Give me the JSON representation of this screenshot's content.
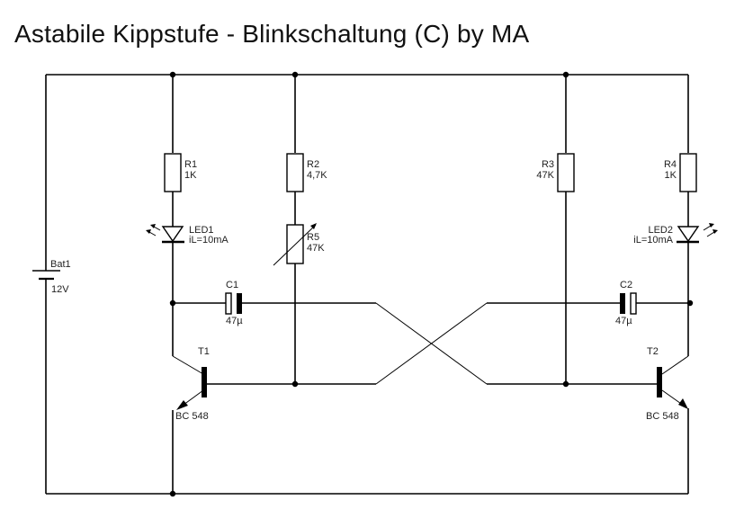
{
  "title": "Astabile Kippstufe - Blinkschaltung (C) by MA",
  "components": {
    "bat1": {
      "name": "Bat1",
      "value": "12V"
    },
    "r1": {
      "name": "R1",
      "value": "1K"
    },
    "r2": {
      "name": "R2",
      "value": "4,7K"
    },
    "r3": {
      "name": "R3",
      "value": "47K"
    },
    "r4": {
      "name": "R4",
      "value": "1K"
    },
    "r5": {
      "name": "R5",
      "value": "47K"
    },
    "led1": {
      "name": "LED1",
      "value": "iL=10mA"
    },
    "led2": {
      "name": "LED2",
      "value": "iL=10mA"
    },
    "c1": {
      "name": "C1",
      "value": "47µ"
    },
    "c2": {
      "name": "C2",
      "value": "47µ"
    },
    "t1": {
      "name": "T1",
      "value": "BC 548"
    },
    "t2": {
      "name": "T2",
      "value": "BC 548"
    }
  }
}
